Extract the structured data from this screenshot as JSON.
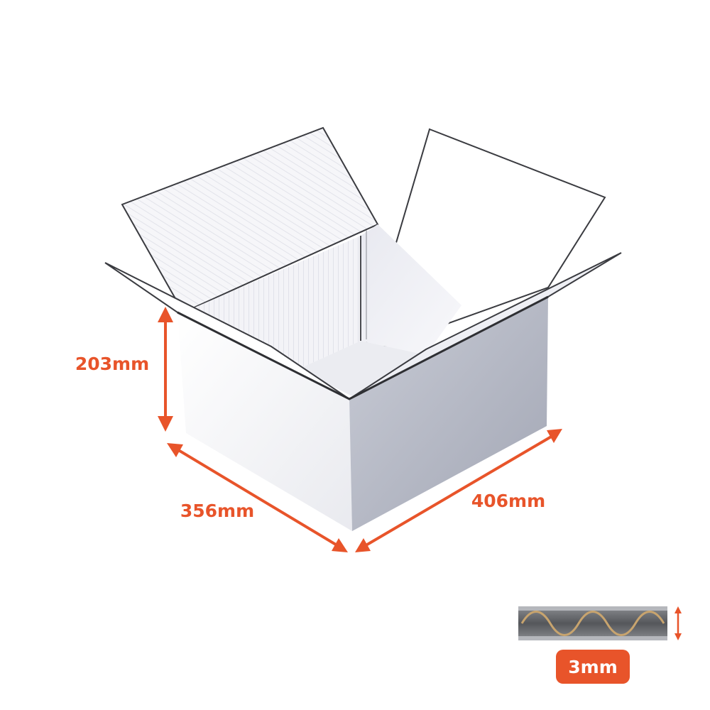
{
  "dimensions": {
    "height": "203mm",
    "width": "356mm",
    "length": "406mm"
  },
  "board": {
    "thickness": "3mm"
  },
  "colors": {
    "accent": "#e8542a",
    "box_white": "#f7f7fa",
    "box_shadow": "#a3a7b5",
    "flute": "#c8a46e",
    "board_grey": "#6f7175"
  }
}
